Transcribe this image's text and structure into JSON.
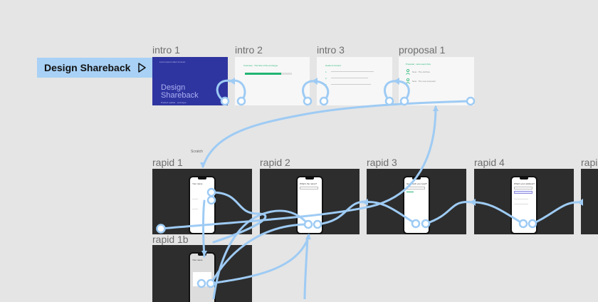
{
  "flow_start": {
    "label": "Design Shareback",
    "icon": "play-icon"
  },
  "frames": {
    "intro1": {
      "label": "intro 1",
      "small": "Lorem ipsum dolor sit amet",
      "title_line1": "Design",
      "title_line2": "Shareback",
      "subtitle": "Product update · prototype"
    },
    "intro2": {
      "label": "intro 2",
      "heading": "Overview · The flow of the prototype"
    },
    "intro3": {
      "label": "intro 3",
      "heading": "Goals & Context",
      "items": [
        "1",
        "2",
        "3"
      ]
    },
    "proposal1": {
      "label": "proposal 1",
      "heading": "Proposal · How users flow",
      "note1": "Now · The old flow",
      "note2": "New · The new proposal"
    },
    "rapid1": {
      "label": "rapid 1",
      "phone_title": "Your name"
    },
    "rapid2": {
      "label": "rapid 2",
      "phone_title": "What's the name?"
    },
    "rapid3": {
      "label": "rapid 3",
      "phone_title": "How much you need?"
    },
    "rapid4": {
      "label": "rapid 4",
      "phone_title": "What's your address?"
    },
    "rapid5": {
      "label": "rapi"
    },
    "rapid1b": {
      "label": "rapid 1b",
      "phone_title": "Your name"
    }
  },
  "logo_text": "Scratch",
  "colors": {
    "canvas": "#e5e5e5",
    "connector": "#9ecbf4",
    "accent": "#22b573",
    "intro_blue": "#2f35a0",
    "dark_frame": "#2d2d2d"
  },
  "progress": {
    "intro2": 0.78
  }
}
